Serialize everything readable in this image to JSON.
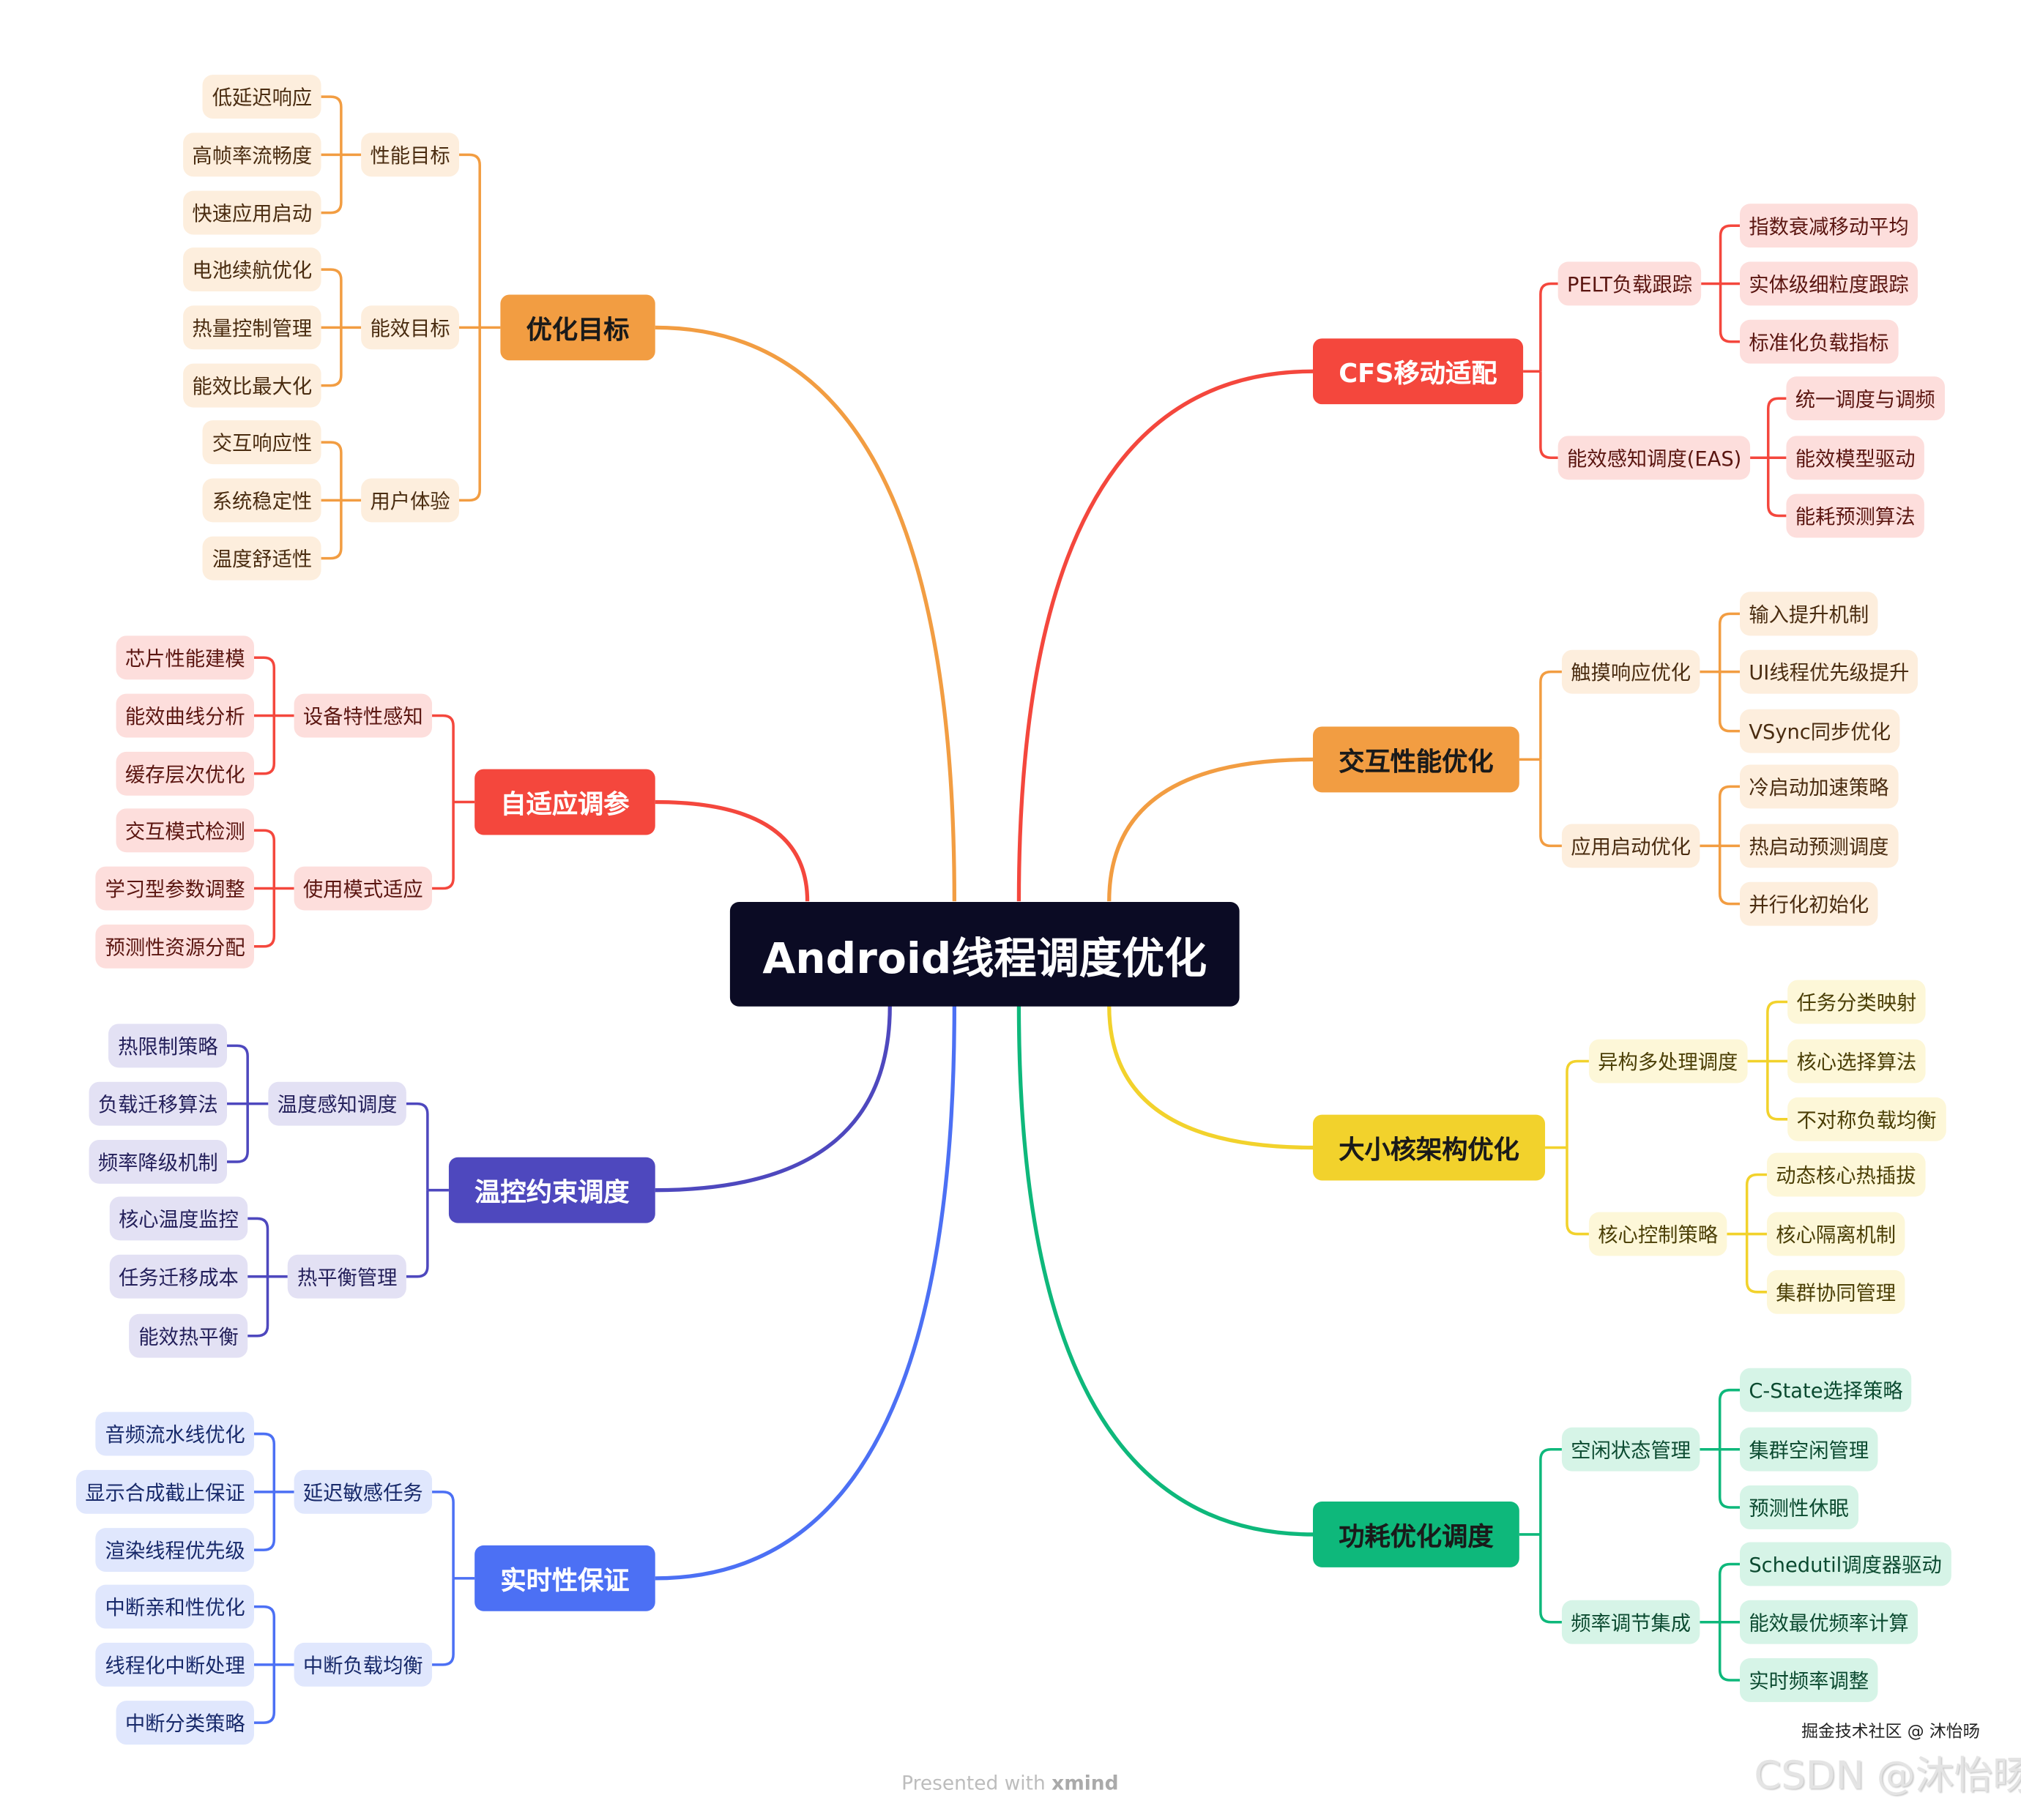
{
  "title": "Android线程调度优化",
  "branches": [
    {
      "label": "优化目标",
      "side": "left",
      "color": "#F29D42",
      "tint": "#FDEEDD",
      "text_dark": "#4a2c10",
      "main_text": "#1a1a1a",
      "children": [
        {
          "label": "性能目标",
          "leaves": [
            "低延迟响应",
            "高帧率流畅度",
            "快速应用启动"
          ]
        },
        {
          "label": "能效目标",
          "leaves": [
            "电池续航优化",
            "热量控制管理",
            "能效比最大化"
          ]
        },
        {
          "label": "用户体验",
          "leaves": [
            "交互响应性",
            "系统稳定性",
            "温度舒适性"
          ]
        }
      ]
    },
    {
      "label": "自适应调参",
      "side": "left",
      "color": "#F4473D",
      "tint": "#FDDEDC",
      "text_dark": "#5a1510",
      "main_text": "#ffffff",
      "children": [
        {
          "label": "设备特性感知",
          "leaves": [
            "芯片性能建模",
            "能效曲线分析",
            "缓存层次优化"
          ]
        },
        {
          "label": "使用模式适应",
          "leaves": [
            "交互模式检测",
            "学习型参数调整",
            "预测性资源分配"
          ]
        }
      ]
    },
    {
      "label": "温控约束调度",
      "side": "left",
      "color": "#4E48BE",
      "tint": "#E3E1F4",
      "text_dark": "#231f5a",
      "main_text": "#ffffff",
      "children": [
        {
          "label": "温度感知调度",
          "leaves": [
            "热限制策略",
            "负载迁移算法",
            "频率降级机制"
          ]
        },
        {
          "label": "热平衡管理",
          "leaves": [
            "核心温度监控",
            "任务迁移成本",
            "能效热平衡"
          ]
        }
      ]
    },
    {
      "label": "实时性保证",
      "side": "left",
      "color": "#4C70F4",
      "tint": "#E0E7FD",
      "text_dark": "#17296a",
      "main_text": "#ffffff",
      "children": [
        {
          "label": "延迟敏感任务",
          "leaves": [
            "音频流水线优化",
            "显示合成截止保证",
            "渲染线程优先级"
          ]
        },
        {
          "label": "中断负载均衡",
          "leaves": [
            "中断亲和性优化",
            "线程化中断处理",
            "中断分类策略"
          ]
        }
      ]
    },
    {
      "label": "CFS移动适配",
      "side": "right",
      "color": "#F4473D",
      "tint": "#FDDEDC",
      "text_dark": "#5a1510",
      "main_text": "#ffffff",
      "children": [
        {
          "label": "PELT负载跟踪",
          "leaves": [
            "指数衰减移动平均",
            "实体级细粒度跟踪",
            "标准化负载指标"
          ]
        },
        {
          "label": "能效感知调度(EAS)",
          "leaves": [
            "统一调度与调频",
            "能效模型驱动",
            "能耗预测算法"
          ]
        }
      ]
    },
    {
      "label": "交互性能优化",
      "side": "right",
      "color": "#F29D42",
      "tint": "#FDEEDD",
      "text_dark": "#4a2c10",
      "main_text": "#1a1a1a",
      "children": [
        {
          "label": "触摸响应优化",
          "leaves": [
            "输入提升机制",
            "UI线程优先级提升",
            "VSync同步优化"
          ]
        },
        {
          "label": "应用启动优化",
          "leaves": [
            "冷启动加速策略",
            "热启动预测调度",
            "并行化初始化"
          ]
        }
      ]
    },
    {
      "label": "大小核架构优化",
      "side": "right",
      "color": "#F2D22C",
      "tint": "#FDF7D8",
      "text_dark": "#4a3e05",
      "main_text": "#1a1a1a",
      "children": [
        {
          "label": "异构多处理调度",
          "leaves": [
            "任务分类映射",
            "核心选择算法",
            "不对称负载均衡"
          ]
        },
        {
          "label": "核心控制策略",
          "leaves": [
            "动态核心热插拔",
            "核心隔离机制",
            "集群协同管理"
          ]
        }
      ]
    },
    {
      "label": "功耗优化调度",
      "side": "right",
      "color": "#0EB87B",
      "tint": "#D6F4E7",
      "text_dark": "#0b4a30",
      "main_text": "#1a1a1a",
      "children": [
        {
          "label": "空闲状态管理",
          "leaves": [
            "C-State选择策略",
            "集群空闲管理",
            "预测性休眠"
          ]
        },
        {
          "label": "频率调节集成",
          "leaves": [
            "Schedutil调度器驱动",
            "能效最优频率计算",
            "实时频率调整"
          ]
        }
      ]
    }
  ],
  "footer": {
    "presented": "Presented with ",
    "brand": "xmind",
    "watermark_juejin": "掘金技术社区 @ 沐怡旸",
    "watermark_csdn": "CSDN @沐怡旸"
  }
}
